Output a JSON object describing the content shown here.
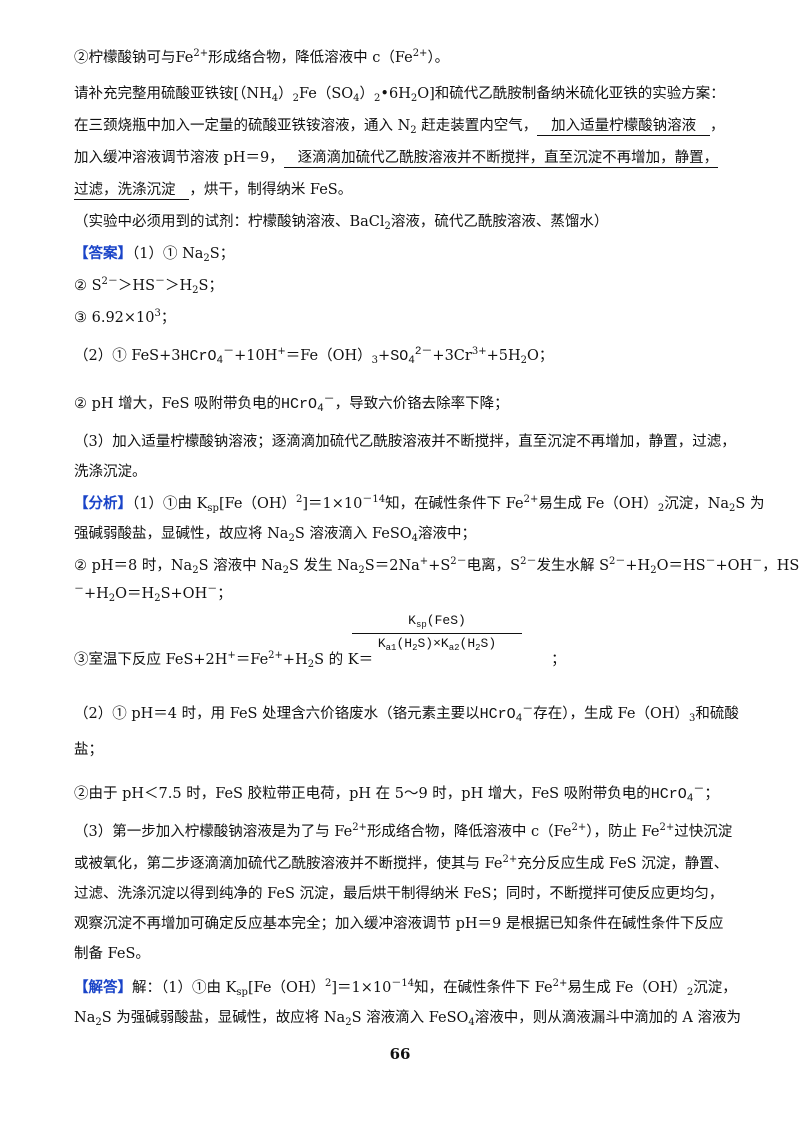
{
  "lines": {
    "l1": "②柠檬酸钠可与Fe",
    "l1b": "形成络合物，降低溶液中 c（Fe",
    "l1c": "）。",
    "l2": "请补充完整用硫酸亚铁铵[（NH",
    "l2b": "）",
    "l2c": "Fe（SO",
    "l2d": "）",
    "l2e": "•6H",
    "l2f": "O]和硫代乙酰胺制备纳米硫化亚铁的实验方案：",
    "l3a": "在三颈烧瓶中加入一定量的硫酸亚铁铵溶液，通入 N",
    "l3b": " 赶走装置内空气，",
    "l3u": "   加入适量柠檬酸钠溶液   ",
    "l3c": "，",
    "l4a": "加入缓冲溶液调节溶液 pH＝9，",
    "l4u": "   逐滴滴加硫代乙酰胺溶液并不断搅拌，直至沉淀不再增加，静置，",
    "l5u": "过滤，洗涤沉淀   ",
    "l5b": "，烘干，制得纳米 FeS。",
    "l6": "（实验中必须用到的试剂：柠檬酸钠溶液、BaCl",
    "l6b": "溶液，硫代乙酰胺溶液、蒸馏水）",
    "ans_tag": "【答案】",
    "l7": "（1）① Na",
    "l7b": "S；",
    "l8a": "② S",
    "l8b": "＞HS",
    "l8c": "＞H",
    "l8d": "S；",
    "l9": "③ 6.92×10",
    "l9b": "；",
    "l10a": "（2）① FeS+3",
    "l10b": "+10H",
    "l10c": "＝Fe（OH）",
    "l10d": "+",
    "l10e": "+3Cr",
    "l10f": "+5H",
    "l10g": "O；",
    "l11a": "② pH 增大，FeS 吸附带负电的",
    "l11b": "，导致六价铬去除率下降；",
    "l12": "（3）加入适量柠檬酸钠溶液；逐滴滴加硫代乙酰胺溶液并不断搅拌，直至沉淀不再增加，静置，过滤，",
    "l13": "洗涤沉淀。",
    "ana_tag": "【分析】",
    "l14a": "（1）①由 K",
    "l14b": "[Fe（OH）",
    "l14c": "]＝1×10",
    "l14d": "知，在碱性条件下 Fe",
    "l14e": "易生成 Fe（OH）",
    "l14f": "沉淀，Na",
    "l14g": "S 为",
    "l15a": "强碱弱酸盐，显碱性，故应将 Na",
    "l15b": "S 溶液滴入 FeSO",
    "l15c": "溶液中；",
    "l16a": "② pH＝8 时，Na",
    "l16b": "S 溶液中 Na",
    "l16c": "S 发生 Na",
    "l16d": "S＝2Na",
    "l16e": "+S",
    "l16f": "电离，S",
    "l16g": "发生水解 S",
    "l16h": "+H",
    "l16i": "O＝HS",
    "l16j": "+OH",
    "l16k": "，HS",
    "l17a": "+H",
    "l17b": "O＝H",
    "l17c": "S+OH",
    "l17d": "；",
    "l18a": "③室温下反应 FeS+2H",
    "l18b": "＝Fe",
    "l18c": "+H",
    "l18d": "S 的 K＝",
    "l18e": "；",
    "l19a": "（2）① pH＝4 时，用 FeS 处理含六价铬废水（铬元素主要以",
    "l19b": "存在），生成 Fe（OH）",
    "l19c": "和硫酸",
    "l20": "盐；",
    "l21a": "②由于 pH＜7.5 时，FeS 胶粒带正电荷，pH 在 5～9 时，pH 增大，FeS 吸附带负电的",
    "l21b": "；",
    "l22a": "（3）第一步加入柠檬酸钠溶液是为了与 Fe",
    "l22b": "形成络合物，降低溶液中 c（Fe",
    "l22c": "），防止 Fe",
    "l22d": "过快沉淀",
    "l23": "或被氧化，第二步逐滴滴加硫代乙酰胺溶液并不断搅拌，使其与 Fe",
    "l23b": "充分反应生成 FeS 沉淀，静置、",
    "l24": "过滤、洗涤沉淀以得到纯净的 FeS 沉淀，最后烘干制得纳米 FeS；同时，不断搅拌可使反应更均匀，",
    "l25": "观察沉淀不再增加可确定反应基本完全；加入缓冲溶液调节 pH＝9 是根据已知条件在碱性条件下反应",
    "l26": "制备 FeS。",
    "sol_tag": "【解答】",
    "l27a": "解：（1）①由 K",
    "l27b": "[Fe（OH）",
    "l27c": "]＝1×10",
    "l27d": "知，在碱性条件下 Fe",
    "l27e": "易生成 Fe（OH）",
    "l27f": "沉淀，",
    "l28a": "Na",
    "l28b": "S 为强碱弱酸盐，显碱性，故应将 Na",
    "l28c": "S 溶液滴入 FeSO",
    "l28d": "溶液中，则从滴液漏斗中滴加的 A 溶液为"
  },
  "sym": {
    "two_plus": "2+",
    "three_plus": "3+",
    "plus": "+",
    "minus": "－",
    "two_minus": "2－",
    "neg14": "－14",
    "three": "3",
    "two": "2",
    "four": "4",
    "sp": "sp"
  },
  "formula": {
    "hcro": "HCrO",
    "hcro_sub": "4",
    "hcro_sup": "－",
    "so": "SO",
    "so_sub": "4",
    "so_sup": "2－",
    "frac_num": "K",
    "frac_num_sub": "sp",
    "frac_num_tail": "(FeS)",
    "frac_den": "K",
    "frac_den_sub1": "a1",
    "frac_den_mid": "(H",
    "frac_den_s2": "2",
    "frac_den_mid2": "S)×K",
    "frac_den_sub2": "a2",
    "frac_den_tail": "(H",
    "frac_den_s3": "2",
    "frac_den_tail2": "S)"
  },
  "page_number": "66"
}
